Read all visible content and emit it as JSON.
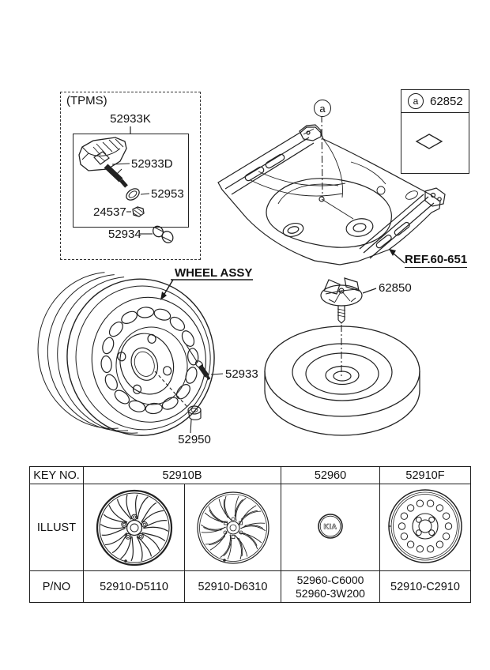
{
  "style": {
    "ink": "#1a1a1a",
    "background": "#ffffff"
  },
  "tpms_module": {
    "title": "(TPMS)",
    "assembly_label": "52933K",
    "valve_stem_label": "52933D",
    "grommet_label": "52953",
    "nut_label": "24537",
    "cap_label": "52934"
  },
  "floor_pan": {
    "callout_letter": "a",
    "ref_label": "REF.60-651"
  },
  "legend_box": {
    "callout_letter": "a",
    "part_number": "62852"
  },
  "wheel_assembly": {
    "label": "WHEEL ASSY",
    "valve_label": "52933",
    "balance_weight_label": "52950"
  },
  "spare_tire": {
    "clamp_label": "62850"
  },
  "parts_table": {
    "row_headers": {
      "key_no": "KEY NO.",
      "illust": "ILLUST",
      "pno": "P/NO"
    },
    "columns": {
      "alloy": {
        "key_no": "52910B",
        "illust_a": "alloy-wheel-10-spoke",
        "illust_b": "alloy-wheel-multi-spoke",
        "pno_a": "52910-D5110",
        "pno_b": "52910-D6310"
      },
      "center_cap": {
        "key_no": "52960",
        "illust": "kia-center-cap",
        "logo_text": "KIA",
        "pno_line1": "52960-C6000",
        "pno_line2": "52960-3W200"
      },
      "steel": {
        "key_no": "52910F",
        "illust": "steel-spare-wheel",
        "pno": "52910-C2910"
      }
    }
  }
}
